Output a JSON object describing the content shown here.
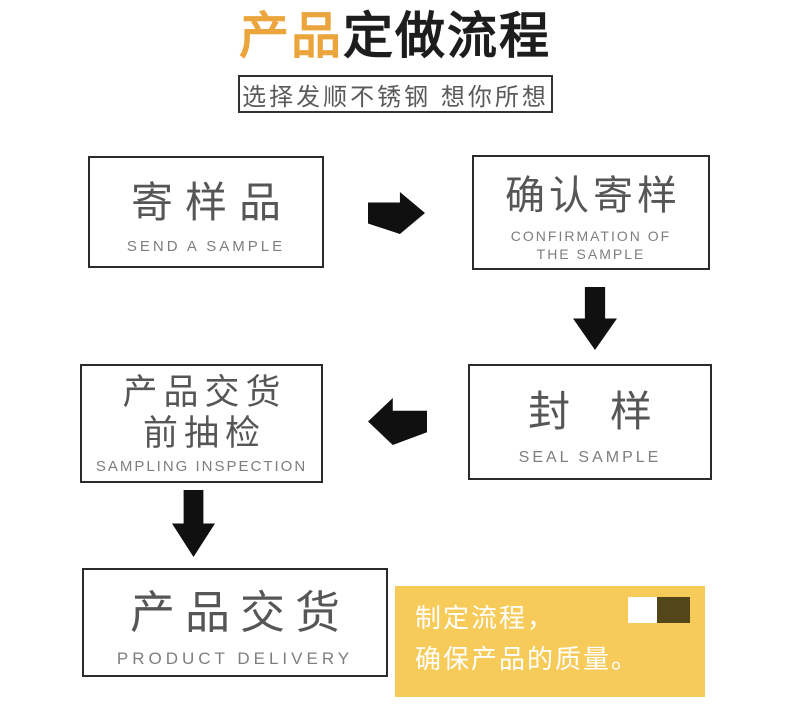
{
  "header": {
    "title_highlight": "产品",
    "title_rest": "定做流程",
    "subtitle": "选择发顺不锈钢 想你所想"
  },
  "flow": {
    "steps": [
      {
        "zh": "寄样品",
        "en": "SEND A SAMPLE"
      },
      {
        "zh": "确认寄样",
        "en_line1": "CONFIRMATION OF",
        "en_line2": "THE SAMPLE"
      },
      {
        "zh": "封 样",
        "en": "SEAL SAMPLE"
      },
      {
        "zh_line1": "产品交货",
        "zh_line2": "前抽检",
        "en": "SAMPLING INSPECTION"
      },
      {
        "zh": "产品交货",
        "en": "PRODUCT DELIVERY"
      }
    ],
    "arrows": [
      {
        "name": "arrow-right-icon",
        "direction": "right"
      },
      {
        "name": "arrow-down-icon",
        "direction": "down"
      },
      {
        "name": "arrow-left-icon",
        "direction": "left"
      },
      {
        "name": "arrow-down-icon",
        "direction": "down"
      }
    ]
  },
  "callout": {
    "line1": "制定流程，",
    "line2": "确保产品的质量。"
  },
  "colors": {
    "accent_gold": "#EBA53C",
    "callout_yellow": "#F7CB5A",
    "callout_square_white": "#FFFFFF",
    "callout_square_dark": "#534618",
    "arrow_black": "#101010",
    "box_border": "#2B2B2B",
    "box_text": "#565656",
    "caption_text": "#7E7E7E"
  }
}
